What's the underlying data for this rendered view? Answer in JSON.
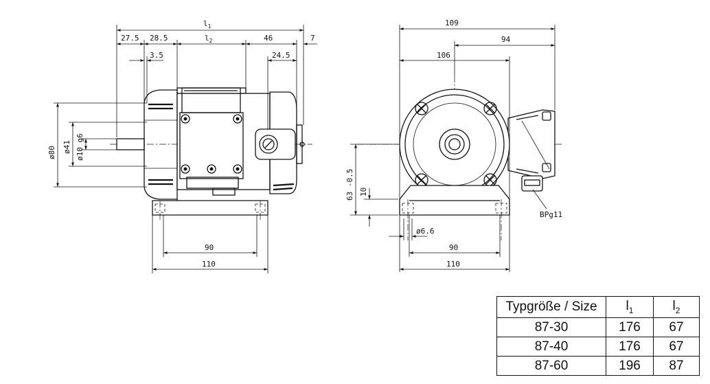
{
  "side_view": {
    "dims": {
      "l1": "l",
      "l1_sub": "1",
      "d27_5": "27.5",
      "d28_5": "28.5",
      "l2": "l",
      "l2_sub": "2",
      "d46": "46",
      "d7": "7",
      "d3_5": "3.5",
      "d24_5": "24.5",
      "dia80": "ø80",
      "dia41": "ø41",
      "dia10": "ø10 g6",
      "d90": "90",
      "d110": "110"
    }
  },
  "front_view": {
    "dims": {
      "d109": "109",
      "d94": "94",
      "d106": "106",
      "h63": "63 -0.5",
      "h10": "10",
      "dia6_6": "ø6.6",
      "d90": "90",
      "d110": "110",
      "gland": "BPg11"
    }
  },
  "table": {
    "header": {
      "size": "Typgröße / Size",
      "l1": "l",
      "l1_sub": "1",
      "l2": "l",
      "l2_sub": "2"
    },
    "rows": [
      {
        "size": "87-30",
        "l1": "176",
        "l2": "67"
      },
      {
        "size": "87-40",
        "l1": "176",
        "l2": "67"
      },
      {
        "size": "87-60",
        "l1": "196",
        "l2": "87"
      }
    ]
  }
}
